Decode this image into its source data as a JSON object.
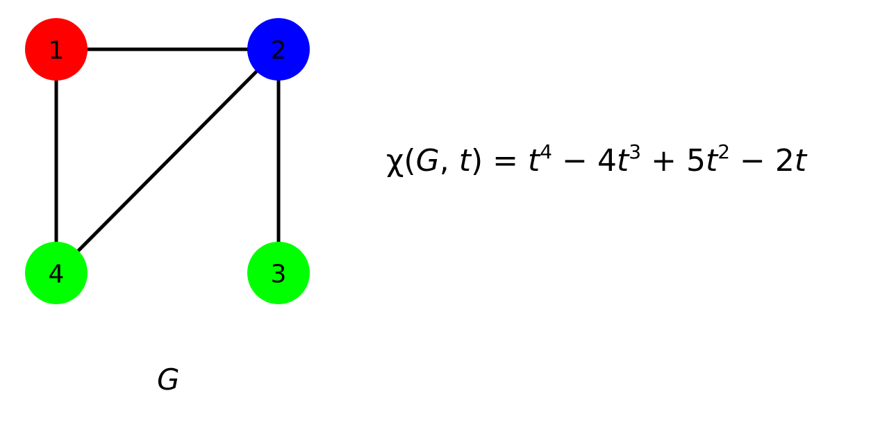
{
  "graph": {
    "label": "G",
    "nodes": [
      {
        "id": "1",
        "label": "1",
        "color": "#ff0000"
      },
      {
        "id": "2",
        "label": "2",
        "color": "#0000ff"
      },
      {
        "id": "3",
        "label": "3",
        "color": "#00ff00"
      },
      {
        "id": "4",
        "label": "4",
        "color": "#00ff00"
      }
    ],
    "edges": [
      {
        "from": "1",
        "to": "2"
      },
      {
        "from": "1",
        "to": "4"
      },
      {
        "from": "2",
        "to": "4"
      },
      {
        "from": "2",
        "to": "3"
      }
    ]
  },
  "formula": {
    "chi": "χ",
    "open": "(",
    "G": "G",
    "comma": ", ",
    "t": "t",
    "close": ")",
    "eq": "=",
    "term1_var": "t",
    "term1_exp": "4",
    "op1": "−",
    "term2_coef": "4",
    "term2_var": "t",
    "term2_exp": "3",
    "op2": "+",
    "term3_coef": "5",
    "term3_var": "t",
    "term3_exp": "2",
    "op3": "−",
    "term4_coef": "2",
    "term4_var": "t"
  }
}
